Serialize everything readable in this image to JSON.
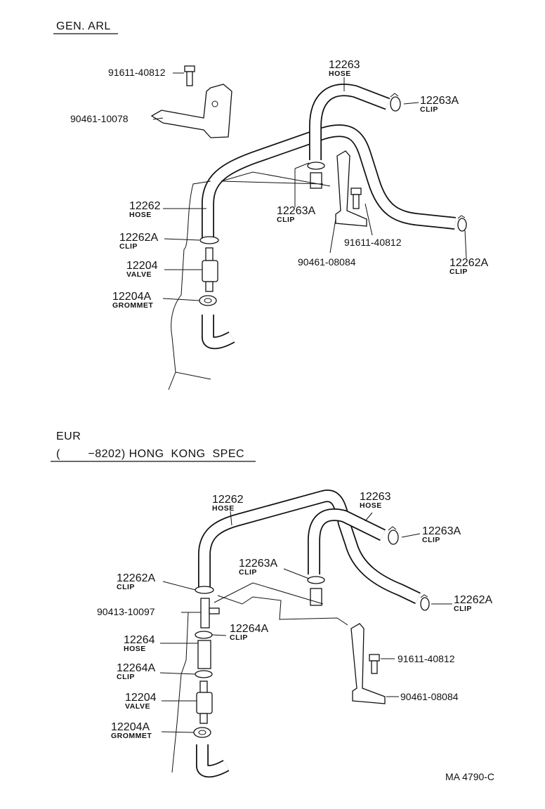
{
  "sections": {
    "top": {
      "title": "GEN. ARL",
      "labels": {
        "hose_12263_pn": "12263",
        "hose_12263_name": "HOSE",
        "clip_12263a_top_pn": "12263A",
        "clip_12263a_top_name": "CLIP",
        "bolt_91611_pn": "91611-40812",
        "clamp_90461_pn": "90461-10078",
        "hose_12262_pn": "12262",
        "hose_12262_name": "HOSE",
        "clip_12263a_mid_pn": "12263A",
        "clip_12263a_mid_name": "CLIP",
        "bolt_91611_b_pn": "91611-40812",
        "bracket_90461_pn": "90461-08084",
        "clip_12262a_left_pn": "12262A",
        "clip_12262a_left_name": "CLIP",
        "clip_12262a_right_pn": "12262A",
        "clip_12262a_right_name": "CLIP",
        "valve_12204_pn": "12204",
        "valve_12204_name": "VALVE",
        "grommet_12204a_pn": "12204A",
        "grommet_12204a_name": "GROMMET"
      }
    },
    "bottom": {
      "title_line1": "EUR",
      "title_line2": "(        −8202) HONG  KONG  SPEC",
      "labels": {
        "hose_12262_pn": "12262",
        "hose_12262_name": "HOSE",
        "hose_12263_pn": "12263",
        "hose_12263_name": "HOSE",
        "clip_12263a_right_pn": "12263A",
        "clip_12263a_right_name": "CLIP",
        "clip_12263a_mid_pn": "12263A",
        "clip_12263a_mid_name": "CLIP",
        "clip_12262a_left_pn": "12262A",
        "clip_12262a_left_name": "CLIP",
        "clip_12262a_right_pn": "12262A",
        "clip_12262a_right_name": "CLIP",
        "tee_90413_pn": "90413-10097",
        "clip_12264a_pn": "12264A",
        "clip_12264a_name": "CLIP",
        "hose_12264_pn": "12264",
        "hose_12264_name": "HOSE",
        "clip_12264a_b_pn": "12264A",
        "clip_12264a_b_name": "CLIP",
        "bolt_91611_pn": "91611-40812",
        "bracket_90461_pn": "90461-08084",
        "valve_12204_pn": "12204",
        "valve_12204_name": "VALVE",
        "grommet_12204a_pn": "12204A",
        "grommet_12204a_name": "GROMMET"
      }
    }
  },
  "footer": {
    "code": "MA  4790-C"
  }
}
